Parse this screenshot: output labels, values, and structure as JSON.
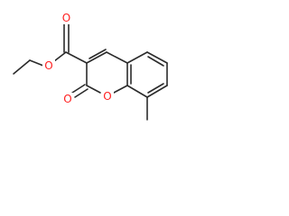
{
  "molecule": {
    "atoms": {
      "carbonyl_o": "O",
      "ester_o": "O",
      "lactone_o": "O",
      "ring_o": "O"
    },
    "colors": {
      "bond": "#2b2b2b",
      "oxygen": "#ff2020",
      "background": "#ffffff"
    }
  }
}
